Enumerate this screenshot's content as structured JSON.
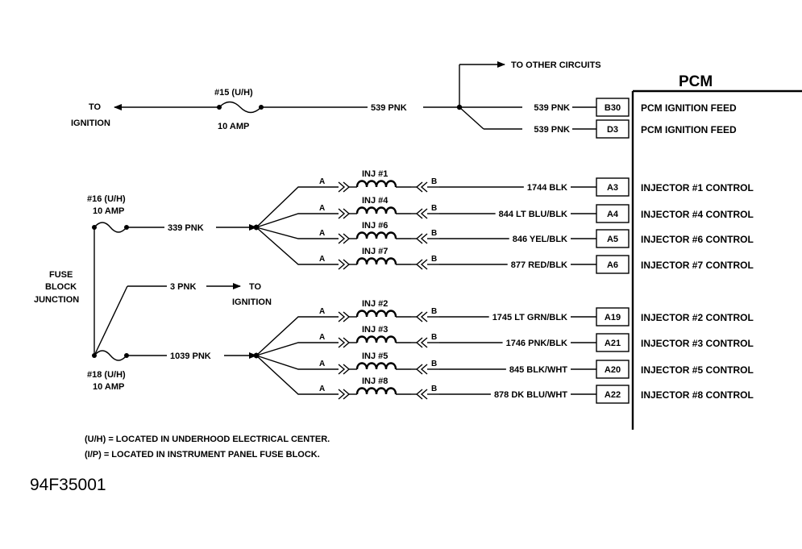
{
  "pcm": {
    "title": "PCM",
    "terminals": [
      {
        "pin": "B30",
        "wire": "539 PNK",
        "function": "PCM IGNITION FEED"
      },
      {
        "pin": "D3",
        "wire": "539 PNK",
        "function": "PCM IGNITION FEED"
      },
      {
        "pin": "A3",
        "wire": "1744 BLK",
        "function": "INJECTOR #1 CONTROL"
      },
      {
        "pin": "A4",
        "wire": "844 LT BLU/BLK",
        "function": "INJECTOR #4 CONTROL"
      },
      {
        "pin": "A5",
        "wire": "846 YEL/BLK",
        "function": "INJECTOR #6 CONTROL"
      },
      {
        "pin": "A6",
        "wire": "877 RED/BLK",
        "function": "INJECTOR #7 CONTROL"
      },
      {
        "pin": "A19",
        "wire": "1745 LT GRN/BLK",
        "function": "INJECTOR #2 CONTROL"
      },
      {
        "pin": "A21",
        "wire": "1746 PNK/BLK",
        "function": "INJECTOR #3 CONTROL"
      },
      {
        "pin": "A20",
        "wire": "845 BLK/WHT",
        "function": "INJECTOR #5 CONTROL"
      },
      {
        "pin": "A22",
        "wire": "878 DK BLU/WHT",
        "function": "INJECTOR #8 CONTROL"
      }
    ]
  },
  "injectors": [
    {
      "label": "INJ #1",
      "end_a": "A",
      "end_b": "B"
    },
    {
      "label": "INJ #4",
      "end_a": "A",
      "end_b": "B"
    },
    {
      "label": "INJ #6",
      "end_a": "A",
      "end_b": "B"
    },
    {
      "label": "INJ #7",
      "end_a": "A",
      "end_b": "B"
    },
    {
      "label": "INJ #2",
      "end_a": "A",
      "end_b": "B"
    },
    {
      "label": "INJ #3",
      "end_a": "A",
      "end_b": "B"
    },
    {
      "label": "INJ #5",
      "end_a": "A",
      "end_b": "B"
    },
    {
      "label": "INJ #8",
      "end_a": "A",
      "end_b": "B"
    }
  ],
  "top_circuit": {
    "to_ignition_line1": "TO",
    "to_ignition_line2": "IGNITION",
    "fuse_name": "#15 (U/H)",
    "fuse_rating": "10 AMP",
    "feed_wire": "539 PNK",
    "other_circuits": "TO OTHER CIRCUITS"
  },
  "fuses": {
    "f16_name": "#16 (U/H)",
    "f16_rating": "10 AMP",
    "f18_name": "#18 (U/H)",
    "f18_rating": "10 AMP"
  },
  "junction": {
    "line1": "FUSE",
    "line2": "BLOCK",
    "line3": "JUNCTION"
  },
  "bank_feeds": {
    "upper_wire": "339 PNK",
    "lower_wire": "1039 PNK",
    "ign_wire": "3 PNK",
    "ign_to_line1": "TO",
    "ign_to_line2": "IGNITION"
  },
  "legend": {
    "uh": "(U/H) = LOCATED IN UNDERHOOD ELECTRICAL CENTER.",
    "ip": "(I/P) = LOCATED IN INSTRUMENT PANEL FUSE BLOCK."
  },
  "figure_id": "94F35001"
}
